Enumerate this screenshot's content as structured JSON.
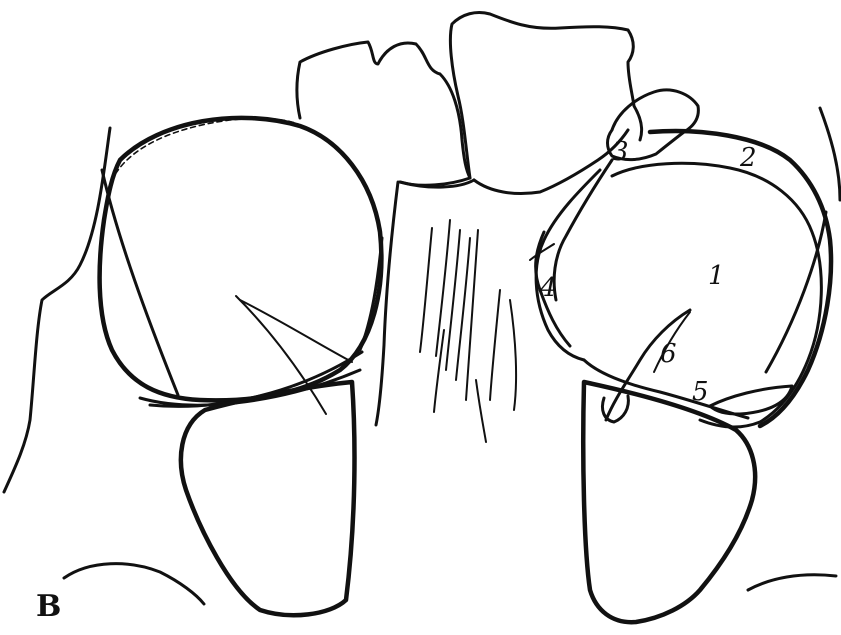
{
  "figure": {
    "panel_label": "B",
    "labels": {
      "l1": "1",
      "l2": "2",
      "l3": "3",
      "l4": "4",
      "l5": "5",
      "l6": "6"
    },
    "ink_color": "#111111",
    "background_color": "#ffffff"
  }
}
